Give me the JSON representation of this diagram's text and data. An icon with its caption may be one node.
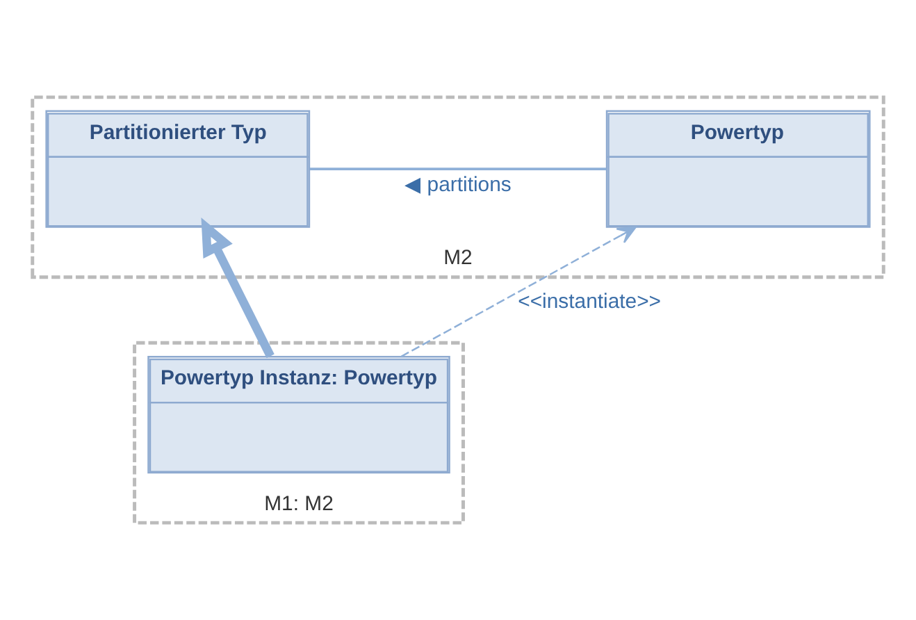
{
  "diagram": {
    "nodes": [
      {
        "text": [
          "M2"
        ]
      },
      {
        "text": [
          "Partitionierter Typ"
        ],
        "in": 0
      },
      {
        "text": [
          "Powertyp"
        ],
        "in": 0
      },
      {
        "text": [
          "M1: M2"
        ]
      },
      {
        "text": [
          "Powertyp Instanz: Powertyp"
        ],
        "in": 3
      }
    ],
    "edges": [
      {
        "from": 1,
        "to": 2,
        "arrow": "none",
        "label": "◀ partitions"
      },
      {
        "from": 4,
        "to": 1,
        "arrow": "to",
        "style": "thick"
      },
      {
        "from": 4,
        "to": 2,
        "arrow": "to",
        "style": "dashed",
        "label": "<<instantiate>>"
      }
    ]
  }
}
